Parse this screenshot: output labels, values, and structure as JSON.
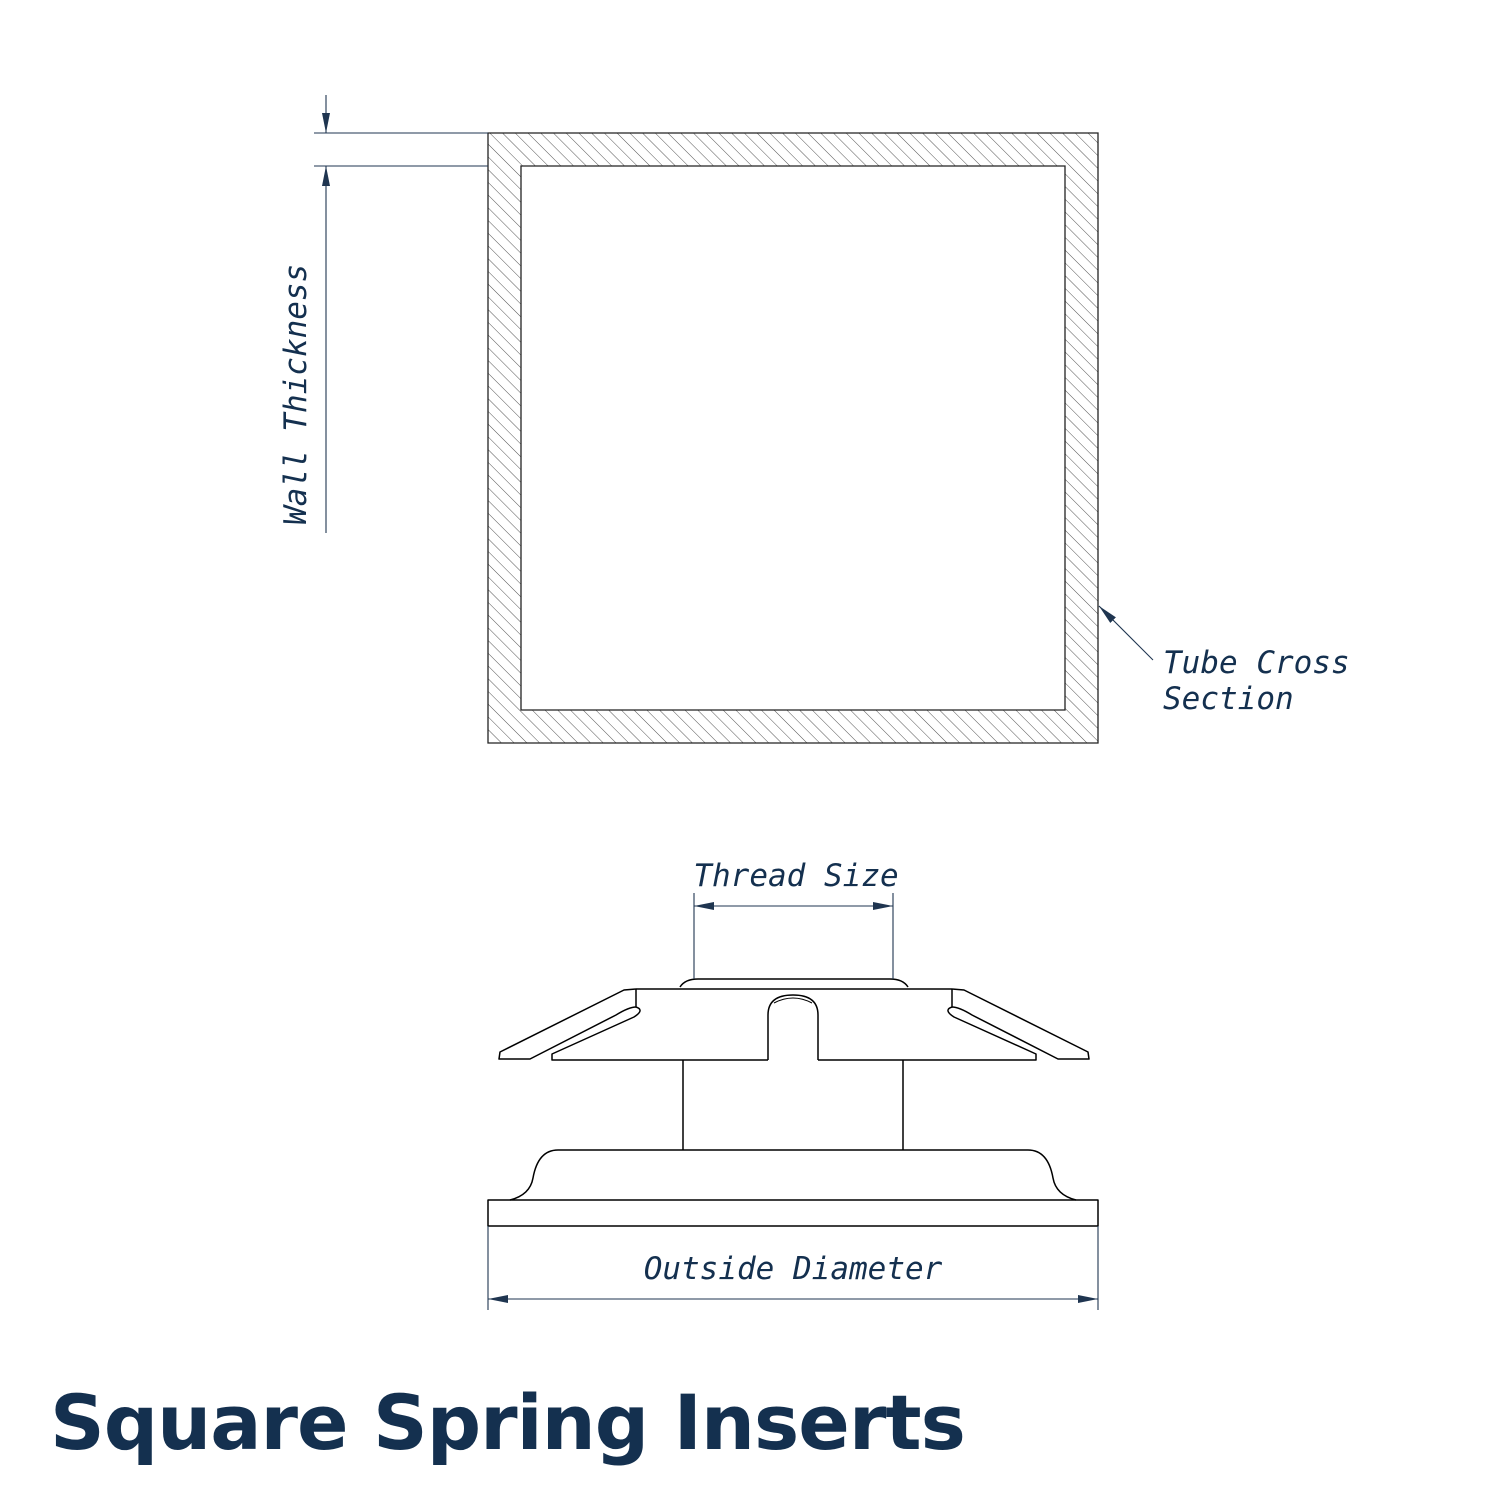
{
  "title": "Square Spring Inserts",
  "labels": {
    "wall_thickness": "Wall Thickness",
    "tube_cross_section_line1": "Tube Cross",
    "tube_cross_section_line2": "Section",
    "thread_size": "Thread Size",
    "outside_diameter": "Outside Diameter"
  },
  "colors": {
    "ink": "#14304f",
    "line": "#000000",
    "dimension": "#1f3550"
  }
}
